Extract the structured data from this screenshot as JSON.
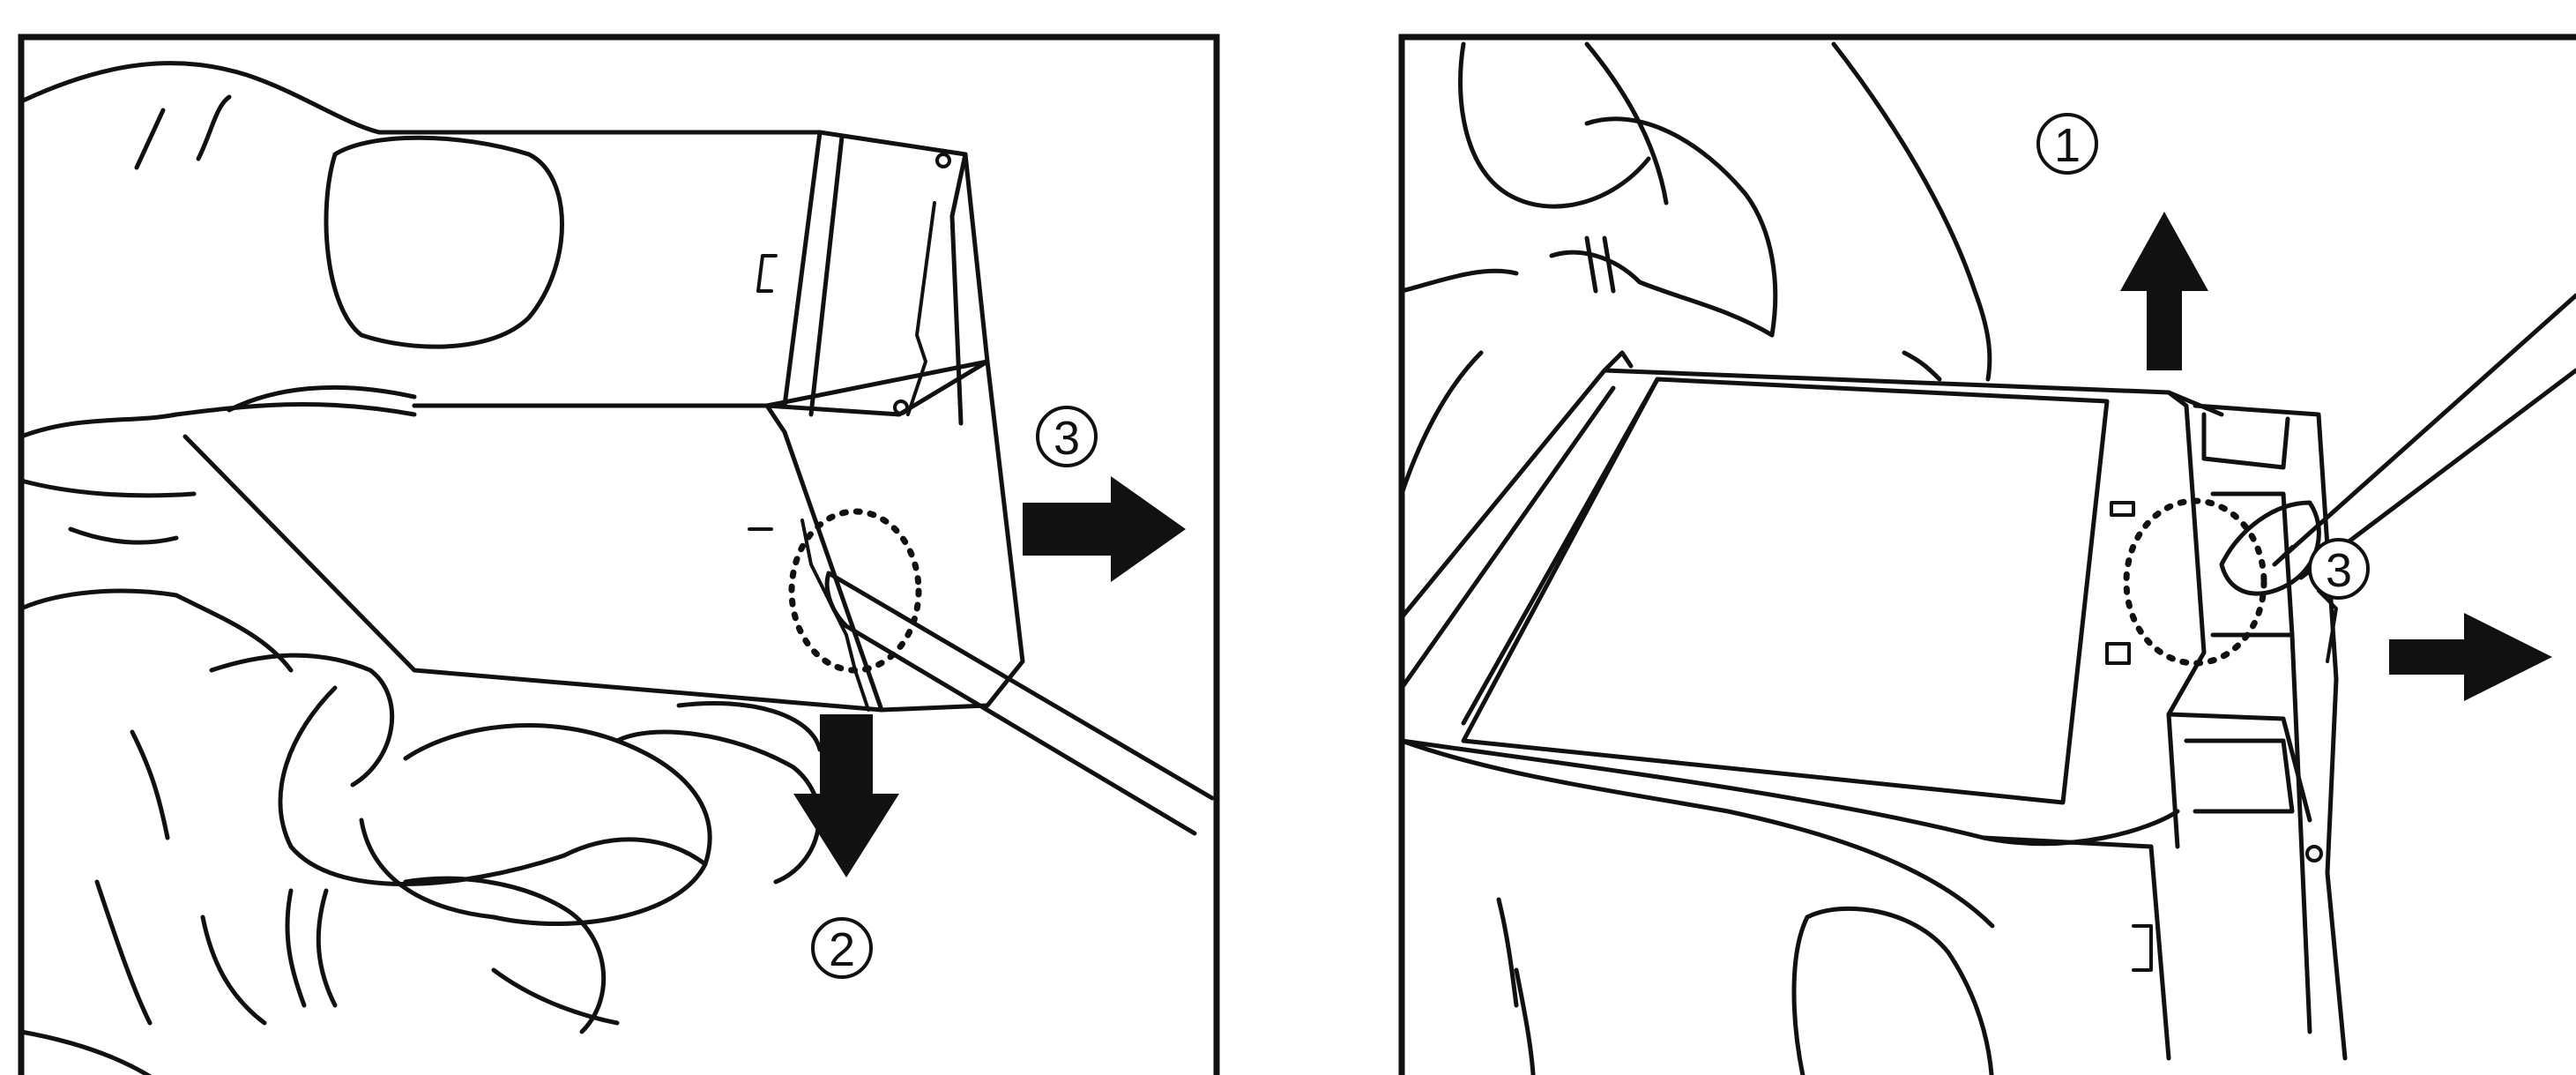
{
  "figure": {
    "panels": [
      {
        "id": "left",
        "steps": [
          {
            "label": "3",
            "arrow": "right"
          },
          {
            "label": "2",
            "arrow": "down"
          }
        ]
      },
      {
        "id": "right",
        "steps": [
          {
            "label": "1",
            "arrow": "up"
          },
          {
            "label": "3",
            "arrow": "right"
          }
        ]
      }
    ],
    "colors": {
      "line": "#111111",
      "background": "#ffffff"
    }
  }
}
